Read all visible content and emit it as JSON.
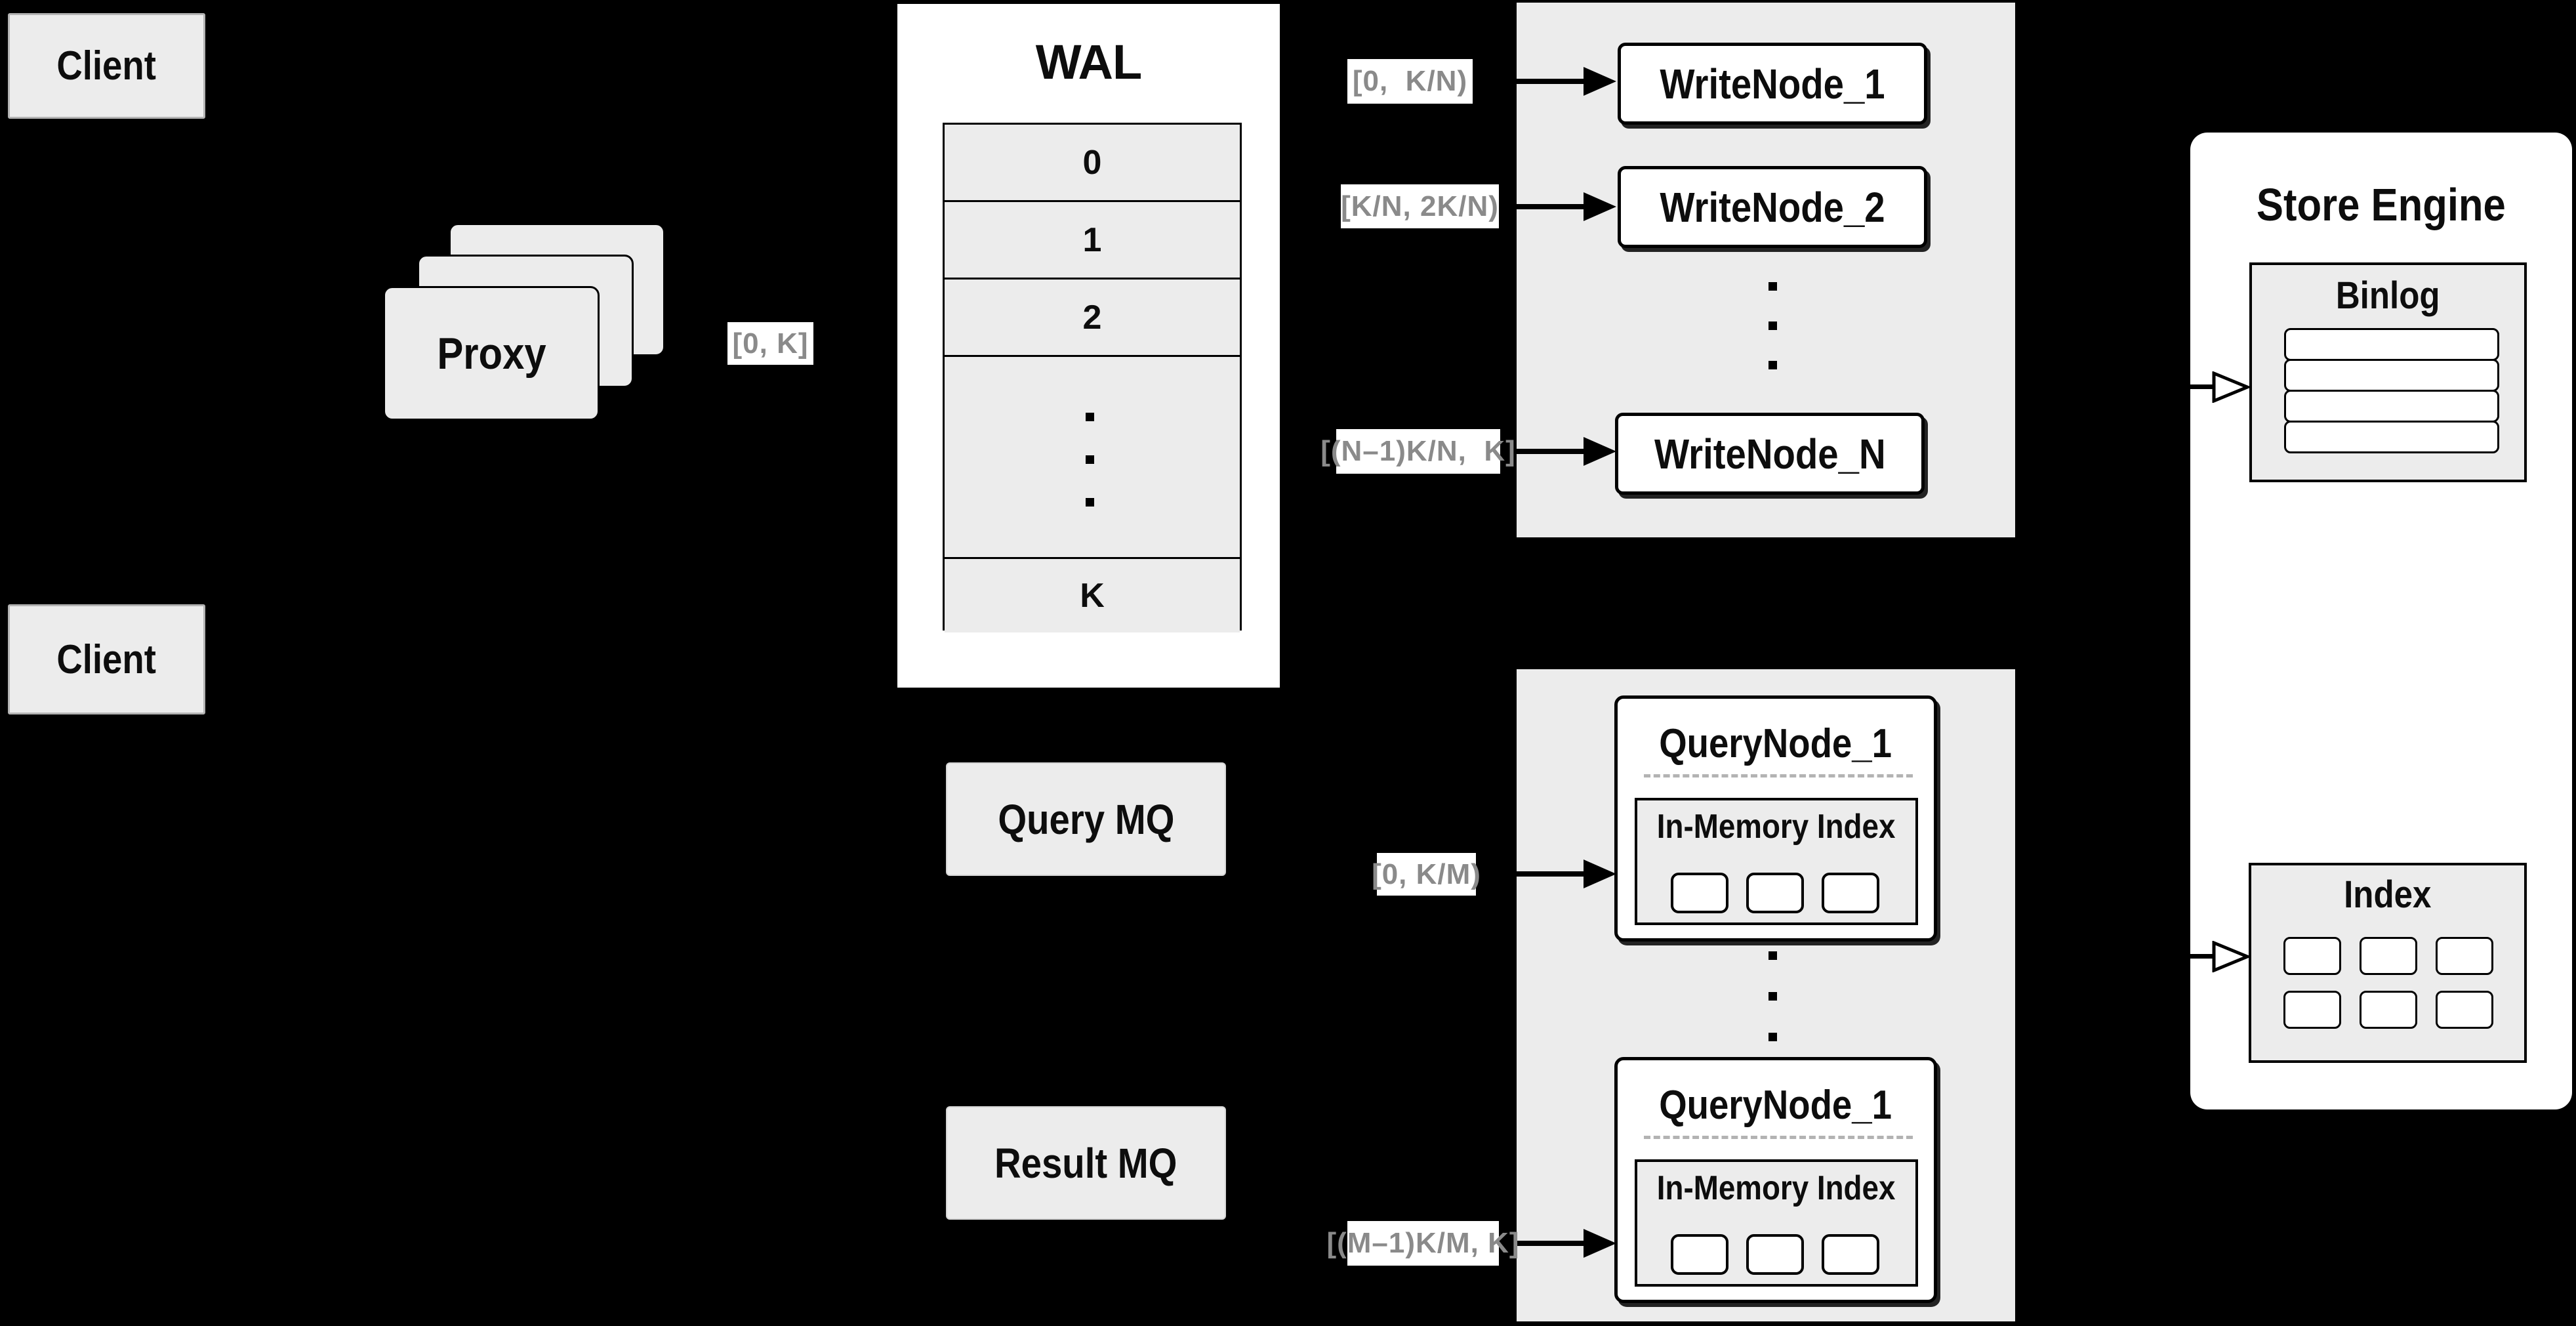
{
  "colors": {
    "background": "#000000",
    "panel_fill": "#ececec",
    "node_fill": "#ffffff",
    "border": "#000000",
    "range_label_text": "#8a8a8a"
  },
  "clients": {
    "top_label": "Client",
    "bottom_label": "Client"
  },
  "proxy": {
    "label": "Proxy",
    "range_label": "[0, K]"
  },
  "wal": {
    "title": "WAL",
    "segments": [
      "0",
      "1",
      "2"
    ],
    "last_segment": "K"
  },
  "write_group": {
    "nodes": [
      "WriteNode_1",
      "WriteNode_2",
      "WriteNode_N"
    ],
    "range_labels": [
      "[0,  K/N)",
      "[K/N, 2K/N)",
      "[(N–1)K/N,  K]"
    ]
  },
  "query_group": {
    "nodes": [
      {
        "title": "QueryNode_1",
        "inner_title": "In-Memory Index"
      },
      {
        "title": "QueryNode_1",
        "inner_title": "In-Memory Index"
      }
    ],
    "range_labels": [
      "[0, K/M)",
      "[(M–1)K/M, K]"
    ]
  },
  "mq": {
    "query_label": "Query MQ",
    "result_label": "Result MQ"
  },
  "store_engine": {
    "title": "Store Engine",
    "binlog_title": "Binlog",
    "index_title": "Index"
  }
}
